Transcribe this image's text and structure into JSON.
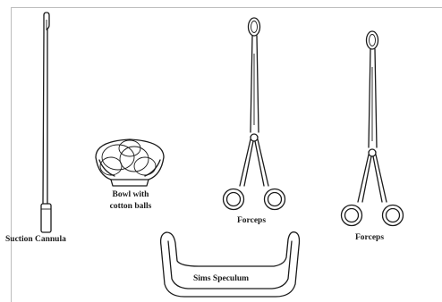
{
  "instruments": {
    "suction_cannula": {
      "label": "Suction Cannula"
    },
    "bowl": {
      "label_line1": "Bowl with",
      "label_line2": "cotton balls"
    },
    "forceps_left": {
      "label": "Forceps"
    },
    "forceps_right": {
      "label": "Forceps"
    },
    "sims_speculum": {
      "label": "Sims Speculum"
    }
  }
}
